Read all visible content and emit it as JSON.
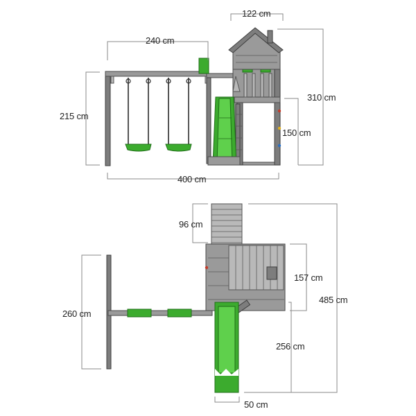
{
  "top_view": {
    "dim_width_swing": "240 cm",
    "dim_width_roof": "122 cm",
    "dim_height_swing": "215 cm",
    "dim_height_total": "310 cm",
    "dim_height_platform": "150 cm",
    "dim_total_width": "400 cm"
  },
  "plan_view": {
    "dim_ladder": "96 cm",
    "dim_house_depth": "157 cm",
    "dim_total_depth": "485 cm",
    "dim_swing_depth": "260 cm",
    "dim_slide_length": "256 cm",
    "dim_slide_width": "50 cm"
  },
  "colors": {
    "slide_green": "#3cab2e",
    "wood_grey": "#9a9a9a",
    "dimension_line": "#8a8a8a"
  }
}
